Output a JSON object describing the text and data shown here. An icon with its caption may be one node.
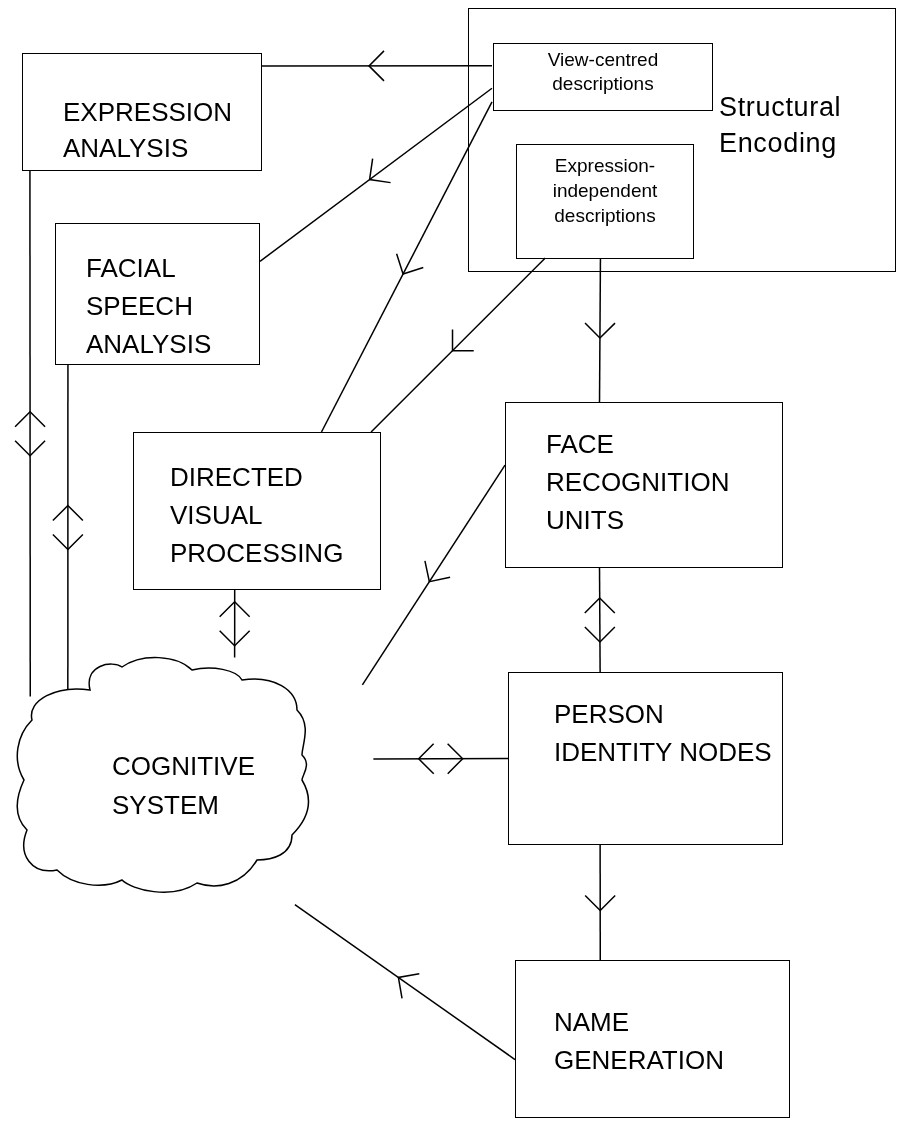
{
  "diagram": {
    "nodes": [
      {
        "text": [
          "Structural Encoding"
        ]
      },
      {
        "text": [
          "View-centred descriptions"
        ],
        "in": 0
      },
      {
        "text": [
          "Expression- independent descriptions"
        ],
        "in": 0
      },
      {
        "text": [
          "EXPRESSION ANALYSIS"
        ]
      },
      {
        "text": [
          "FACIAL SPEECH ANALYSIS"
        ]
      },
      {
        "text": [
          "DIRECTED VISUAL PROCESSING"
        ]
      },
      {
        "text": [
          "FACE RECOGNITION UNITS"
        ]
      },
      {
        "text": [
          "PERSON IDENTITY NODES"
        ]
      },
      {
        "text": [
          "COGNITIVE SYSTEM"
        ]
      },
      {
        "text": [
          "NAME GENERATION"
        ]
      }
    ],
    "edges": [
      {
        "from": 1,
        "to": 3,
        "arrow": "to"
      },
      {
        "from": 1,
        "to": 4,
        "arrow": "to"
      },
      {
        "from": 1,
        "to": 5,
        "arrow": "to"
      },
      {
        "from": 2,
        "to": 5,
        "arrow": "to"
      },
      {
        "from": 2,
        "to": 6,
        "arrow": "to"
      },
      {
        "from": 3,
        "to": 8,
        "arrow": "both"
      },
      {
        "from": 4,
        "to": 8,
        "arrow": "both"
      },
      {
        "from": 5,
        "to": 8,
        "arrow": "both"
      },
      {
        "from": 6,
        "to": 7,
        "arrow": "both"
      },
      {
        "from": 6,
        "to": 8,
        "arrow": "to"
      },
      {
        "from": 7,
        "to": 8,
        "arrow": "both"
      },
      {
        "from": 7,
        "to": 9,
        "arrow": "to"
      },
      {
        "from": 9,
        "to": 8,
        "arrow": "to"
      }
    ]
  }
}
